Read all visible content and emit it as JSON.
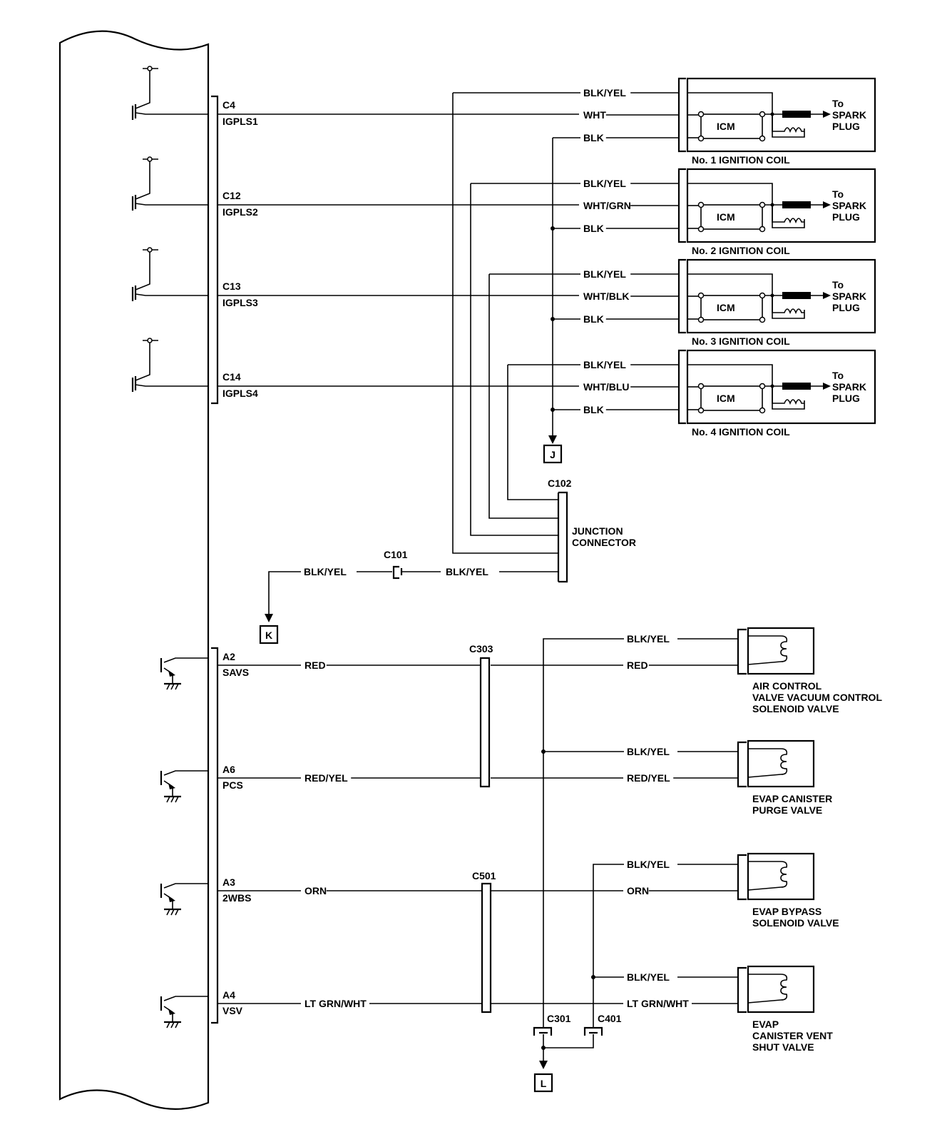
{
  "ecm": {
    "ignition_pins": [
      {
        "pin": "C4",
        "signal": "IGPLS1"
      },
      {
        "pin": "C12",
        "signal": "IGPLS2"
      },
      {
        "pin": "C13",
        "signal": "IGPLS3"
      },
      {
        "pin": "C14",
        "signal": "IGPLS4"
      }
    ],
    "solenoid_pins": [
      {
        "pin": "A2",
        "signal": "SAVS"
      },
      {
        "pin": "A6",
        "signal": "PCS"
      },
      {
        "pin": "A3",
        "signal": "2WBS"
      },
      {
        "pin": "A4",
        "signal": "VSV"
      }
    ]
  },
  "ignition_coils": [
    {
      "name": "No. 1 IGNITION COIL",
      "wires": [
        "BLK/YEL",
        "WHT",
        "BLK"
      ]
    },
    {
      "name": "No. 2 IGNITION COIL",
      "wires": [
        "BLK/YEL",
        "WHT/GRN",
        "BLK"
      ]
    },
    {
      "name": "No. 3 IGNITION COIL",
      "wires": [
        "BLK/YEL",
        "WHT/BLK",
        "BLK"
      ]
    },
    {
      "name": "No. 4 IGNITION COIL",
      "wires": [
        "BLK/YEL",
        "WHT/BLU",
        "BLK"
      ]
    }
  ],
  "coil_internal": {
    "icm_label": "ICM",
    "spark_line1": "To",
    "spark_line2": "SPARK",
    "spark_line3": "PLUG"
  },
  "connectors": {
    "c102": "C102",
    "junction_line1": "JUNCTION",
    "junction_line2": "CONNECTOR",
    "c101": "C101",
    "c303": "C303",
    "c501": "C501",
    "c301": "C301",
    "c401": "C401"
  },
  "feed_wires": {
    "left": "BLK/YEL",
    "right": "BLK/YEL"
  },
  "refs": {
    "j": "J",
    "k": "K",
    "l": "L"
  },
  "solenoids": [
    {
      "lines": [
        "AIR CONTROL",
        "VALVE VACUUM CONTROL",
        "SOLENOID VALVE"
      ],
      "power_wire": "BLK/YEL",
      "signal_wire_left": "RED",
      "signal_wire_right": "RED"
    },
    {
      "lines": [
        "EVAP CANISTER",
        "PURGE VALVE"
      ],
      "power_wire": "BLK/YEL",
      "signal_wire_left": "RED/YEL",
      "signal_wire_right": "RED/YEL"
    },
    {
      "lines": [
        "EVAP BYPASS",
        "SOLENOID VALVE"
      ],
      "power_wire": "BLK/YEL",
      "signal_wire_left": "ORN",
      "signal_wire_right": "ORN"
    },
    {
      "lines": [
        "EVAP",
        "CANISTER VENT",
        "SHUT VALVE"
      ],
      "power_wire": "BLK/YEL",
      "signal_wire_left": "LT GRN/WHT",
      "signal_wire_right": "LT GRN/WHT"
    }
  ]
}
